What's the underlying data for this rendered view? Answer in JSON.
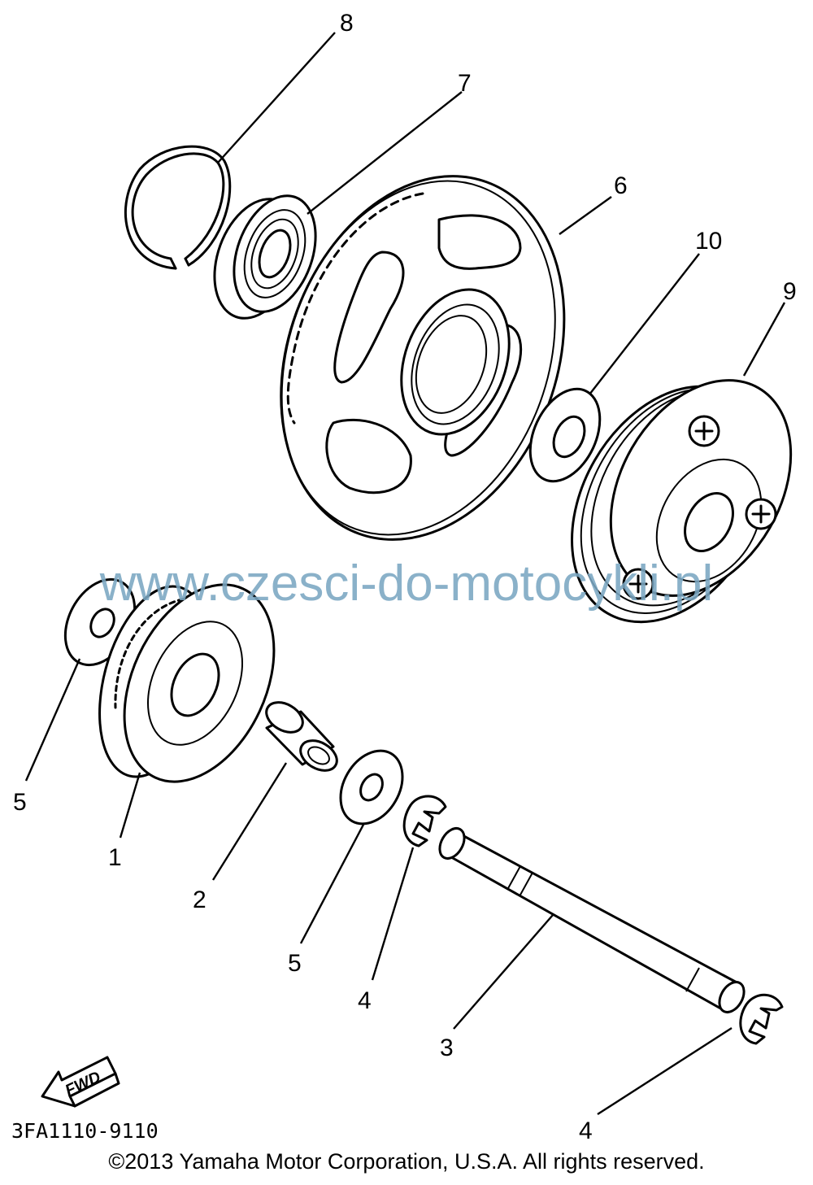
{
  "callouts": {
    "n1": "1",
    "n2": "2",
    "n3": "3",
    "n4a": "4",
    "n4b": "4",
    "n5a": "5",
    "n5b": "5",
    "n6": "6",
    "n7": "7",
    "n8": "8",
    "n9": "9",
    "n10": "10"
  },
  "fwd_label": "FWD",
  "diagram_code": "3FA1110-9110",
  "watermark": "www.czesci-do-motocykli.pl",
  "copyright": "©2013 Yamaha Motor Corporation, U.S.A. All rights reserved.",
  "colors": {
    "line": "#000000",
    "watermark": "#7aa7c2",
    "background": "#ffffff"
  }
}
